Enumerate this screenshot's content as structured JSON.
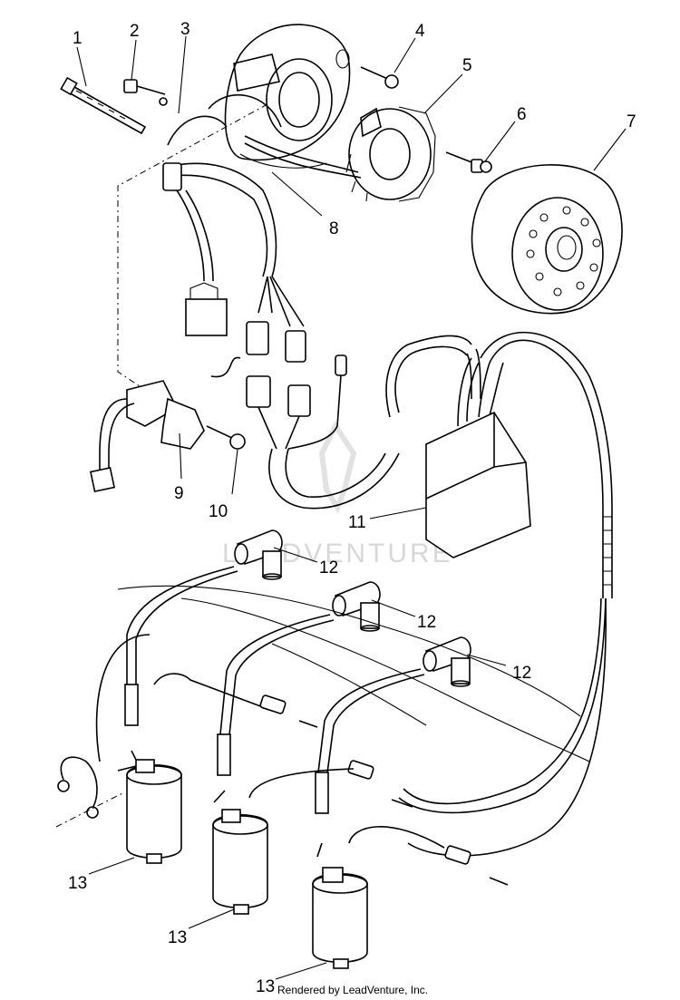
{
  "callouts": {
    "c1": "1",
    "c2": "2",
    "c3": "3",
    "c4": "4",
    "c5": "5",
    "c6": "6",
    "c7": "7",
    "c8": "8",
    "c9": "9",
    "c10": "10",
    "c11": "11",
    "c12a": "12",
    "c12b": "12",
    "c12c": "12",
    "c13a": "13",
    "c13b": "13",
    "c13c": "13"
  },
  "watermark": "LEADVENTURE",
  "footer": "Rendered by LeadVenture, Inc."
}
